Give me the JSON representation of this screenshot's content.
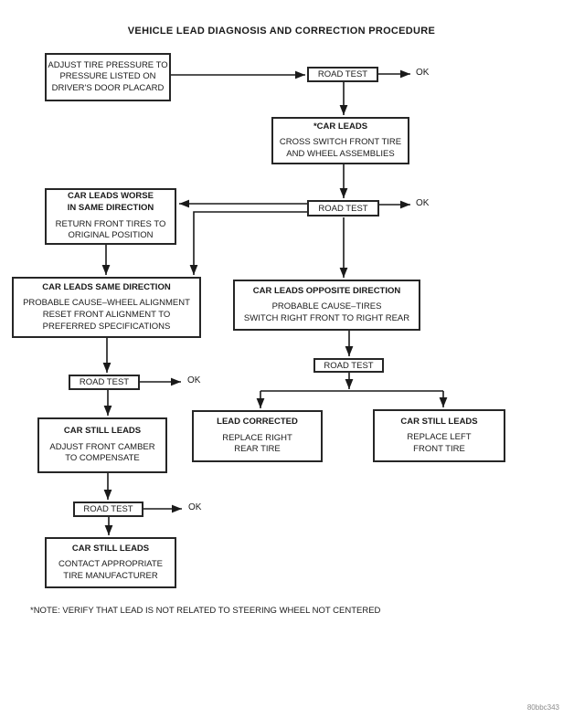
{
  "page_title": "VEHICLE LEAD DIAGNOSIS AND CORRECTION PROCEDURE",
  "road_test_label": "ROAD TEST",
  "ok_label": "OK",
  "footnote": "*NOTE: VERIFY THAT LEAD IS NOT RELATED TO STEERING WHEEL NOT CENTERED",
  "figure_code": "80bbc343",
  "colors": {
    "ink": "#1a1a1a",
    "figure_code_gray": "#8c8c8c"
  },
  "nodes": {
    "adjust_tire_pressure": {
      "body": "ADJUST TIRE PRESSURE TO\nPRESSURE LISTED ON\nDRIVER'S DOOR PLACARD"
    },
    "car_leads": {
      "title": "*CAR LEADS",
      "body": "CROSS SWITCH FRONT TIRE\nAND WHEEL ASSEMBLIES"
    },
    "car_leads_worse": {
      "title": "CAR LEADS WORSE\nIN SAME DIRECTION",
      "body": "RETURN FRONT TIRES TO\nORIGINAL POSITION"
    },
    "car_leads_same_direction": {
      "title": "CAR LEADS SAME DIRECTION",
      "body": "PROBABLE CAUSE–WHEEL ALIGNMENT\nRESET FRONT ALIGNMENT TO\nPREFERRED SPECIFICATIONS"
    },
    "car_leads_opposite_direction": {
      "title": "CAR LEADS OPPOSITE DIRECTION",
      "body": "PROBABLE CAUSE–TIRES\nSWITCH RIGHT FRONT TO RIGHT REAR"
    },
    "car_still_leads_camber": {
      "title": "CAR STILL LEADS",
      "body": "ADJUST FRONT CAMBER\nTO COMPENSATE"
    },
    "lead_corrected": {
      "title": "LEAD CORRECTED",
      "body": "REPLACE RIGHT\nREAR TIRE"
    },
    "car_still_leads_front_tire": {
      "title": "CAR STILL LEADS",
      "body": "REPLACE LEFT\nFRONT TIRE"
    },
    "car_still_leads_contact": {
      "title": "CAR STILL LEADS",
      "body": "CONTACT APPROPRIATE\nTIRE MANUFACTURER"
    }
  }
}
